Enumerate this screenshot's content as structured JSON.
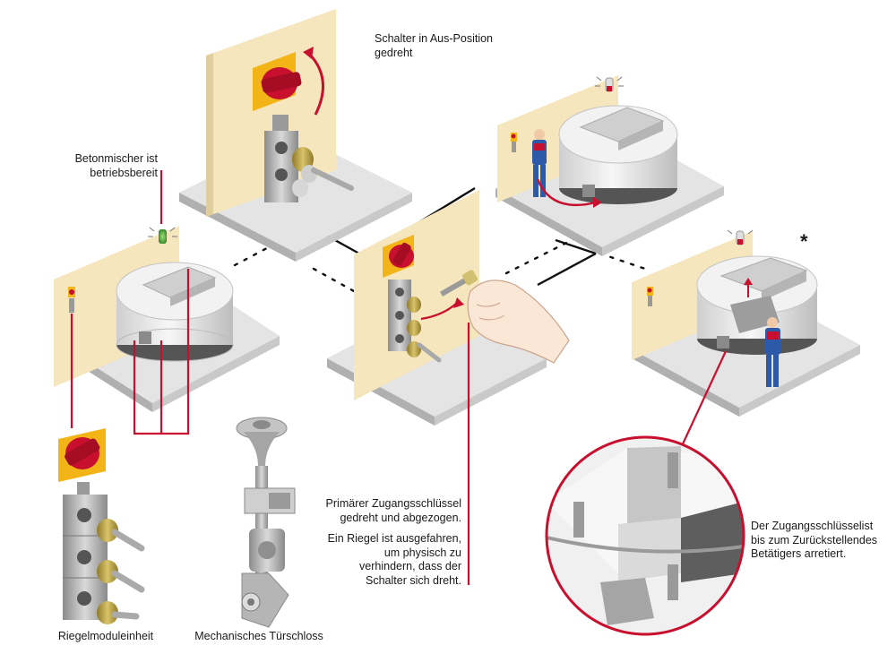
{
  "labels": {
    "switch_off": "Schalter in Aus-Position\ngedreht",
    "mixer_ready": "Betonmischer ist\nbetriebsbereit",
    "key_removed": "Primärer Zugangsschlüssel\ngedreht und abgezogen.",
    "bolt_extended": "Ein Riegel ist ausgefahren,\num physisch zu\nverhindern, dass der\nSchalter sich dreht.",
    "key_locked": "Der Zugangsschlüsselist\nbis zum Zurückstellendes\nBetätigers arretiert.",
    "bolt_module_unit": "Riegelmoduleinheit",
    "door_lock": "Mechanisches Türschloss",
    "asterisk": "*"
  },
  "colors": {
    "accent_red": "#c8102e",
    "wall": "#f5e6bd",
    "platform": "#e6e6e6",
    "metal": "#b9b9b9",
    "mixer": "#eeeeee",
    "switch_yellow": "#f2b417",
    "worker_blue": "#2d5aa8"
  }
}
